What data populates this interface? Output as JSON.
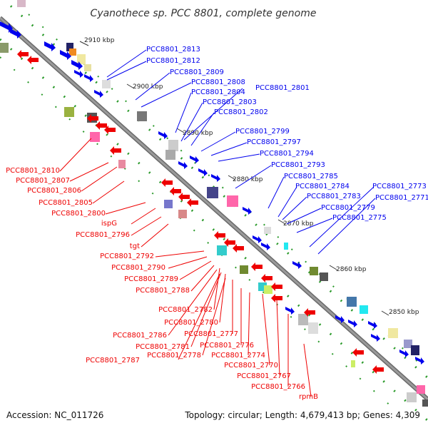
{
  "title": "Cyanothece sp. PCC 8801, complete genome",
  "accession": "Accession: NC_011726",
  "summary": "Topology: circular; Length: 4,679,413 bp; Genes: 4,309",
  "colors": {
    "forward": "#0000ee",
    "reverse": "#ee0000",
    "axis": "#888888",
    "tick": "#2a9a2a"
  },
  "kbp_ticks": [
    "2910 kbp",
    "2900 kbp",
    "2890 kbp",
    "2880 kbp",
    "2870 kbp",
    "2860 kbp",
    "2850 kbp"
  ],
  "blue_labels": [
    "PCC8801_2813",
    "PCC8801_2812",
    "PCC8801_2809",
    "PCC8801_2808",
    "PCC8801_2804",
    "PCC8801_2801",
    "PCC8801_2803",
    "PCC8801_2802",
    "PCC8801_2799",
    "PCC8801_2797",
    "PCC8801_2794",
    "PCC8801_2793",
    "PCC8801_2785",
    "PCC8801_2784",
    "PCC8801_2783",
    "PCC8801_2773",
    "PCC8801_2771",
    "PCC8801_2779",
    "PCC8801_2775"
  ],
  "red_labels": [
    "PCC8801_2810",
    "PCC8801_2807",
    "PCC8801_2806",
    "PCC8801_2805",
    "PCC8801_2800",
    "ispG",
    "PCC8801_2796",
    "tgt",
    "PCC8801_2792",
    "PCC8801_2790",
    "PCC8801_2789",
    "PCC8801_2788",
    "PCC8801_2782",
    "PCC8801_2780",
    "PCC8801_2786",
    "PCC8801_2777",
    "PCC8801_2781",
    "PCC8801_2776",
    "PCC8801_2778",
    "PCC8801_2787",
    "PCC8801_2774",
    "PCC8801_2770",
    "PCC8801_2767",
    "PCC8801_2766",
    "rpmB"
  ]
}
